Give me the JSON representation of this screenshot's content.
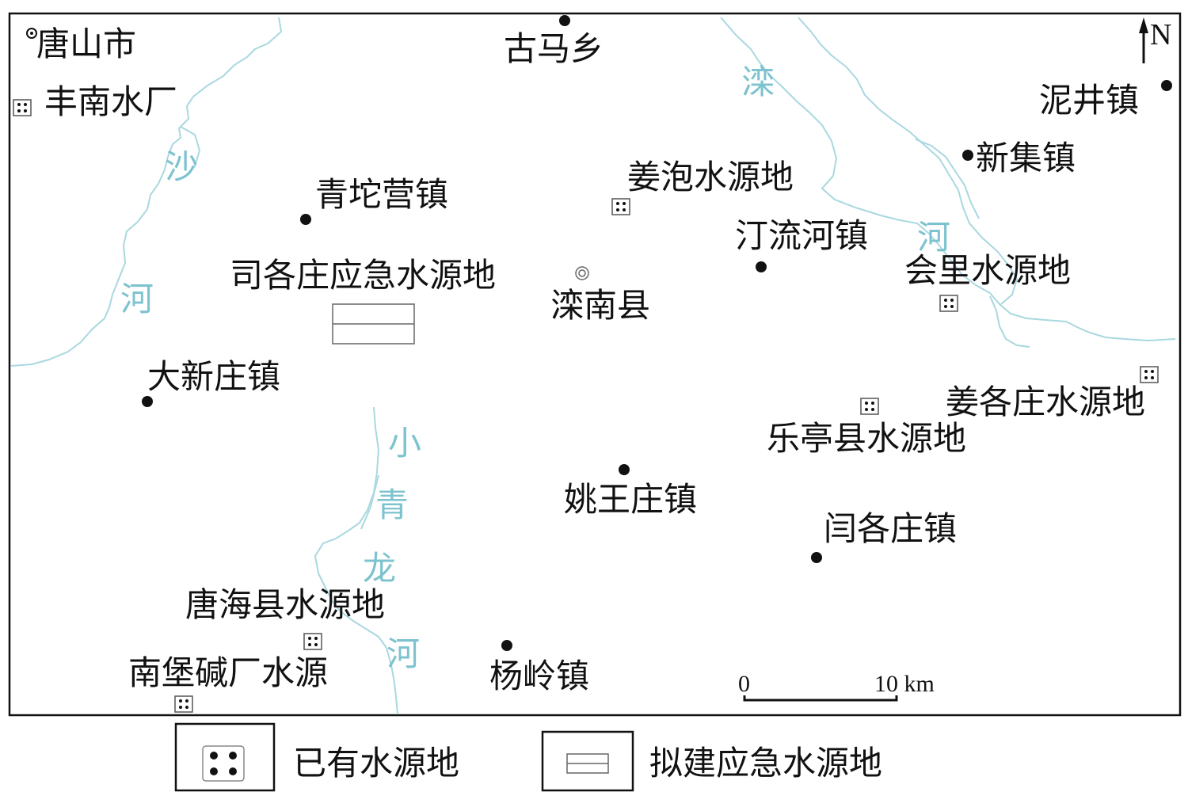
{
  "map": {
    "north_label": "N",
    "cities": [
      {
        "id": "tangshan",
        "name": "唐山市"
      },
      {
        "id": "luannan",
        "name": "滦南县"
      }
    ],
    "towns": [
      {
        "id": "gumaxiang",
        "name": "古马乡"
      },
      {
        "id": "nijingzhen",
        "name": "泥井镇"
      },
      {
        "id": "xinjizhen",
        "name": "新集镇"
      },
      {
        "id": "qingtuoying",
        "name": "青坨营镇"
      },
      {
        "id": "tingliuhe",
        "name": "汀流河镇"
      },
      {
        "id": "daxinzhuang",
        "name": "大新庄镇"
      },
      {
        "id": "yaowangzhuang",
        "name": "姚王庄镇"
      },
      {
        "id": "yangezhuang",
        "name": "闫各庄镇"
      },
      {
        "id": "yanglingzhen",
        "name": "杨岭镇"
      }
    ],
    "water_sources_existing": [
      {
        "id": "fengnan",
        "name": "丰南水厂"
      },
      {
        "id": "jiangpao",
        "name": "姜泡水源地"
      },
      {
        "id": "huili",
        "name": "会里水源地"
      },
      {
        "id": "jianggezhuang",
        "name": "姜各庄水源地"
      },
      {
        "id": "leting",
        "name": "乐亭县水源地"
      },
      {
        "id": "tanghai",
        "name": "唐海县水源地"
      },
      {
        "id": "nanbu",
        "name": "南堡碱厂水源"
      }
    ],
    "water_sources_planned": [
      {
        "id": "sigezhuang",
        "name": "司各庄应急水源地"
      }
    ],
    "rivers": {
      "sha": [
        "沙",
        "河"
      ],
      "luan": [
        "滦",
        "河"
      ],
      "xiaoqinglong": [
        "小",
        "青",
        "龙",
        "河"
      ]
    },
    "scale": {
      "start": "0",
      "end": "10 km"
    }
  },
  "legend": {
    "existing": "已有水源地",
    "planned": "拟建应急水源地"
  },
  "colors": {
    "river": "#a9d8e0",
    "river_label": "#7dc3cf",
    "ink": "#111111"
  }
}
